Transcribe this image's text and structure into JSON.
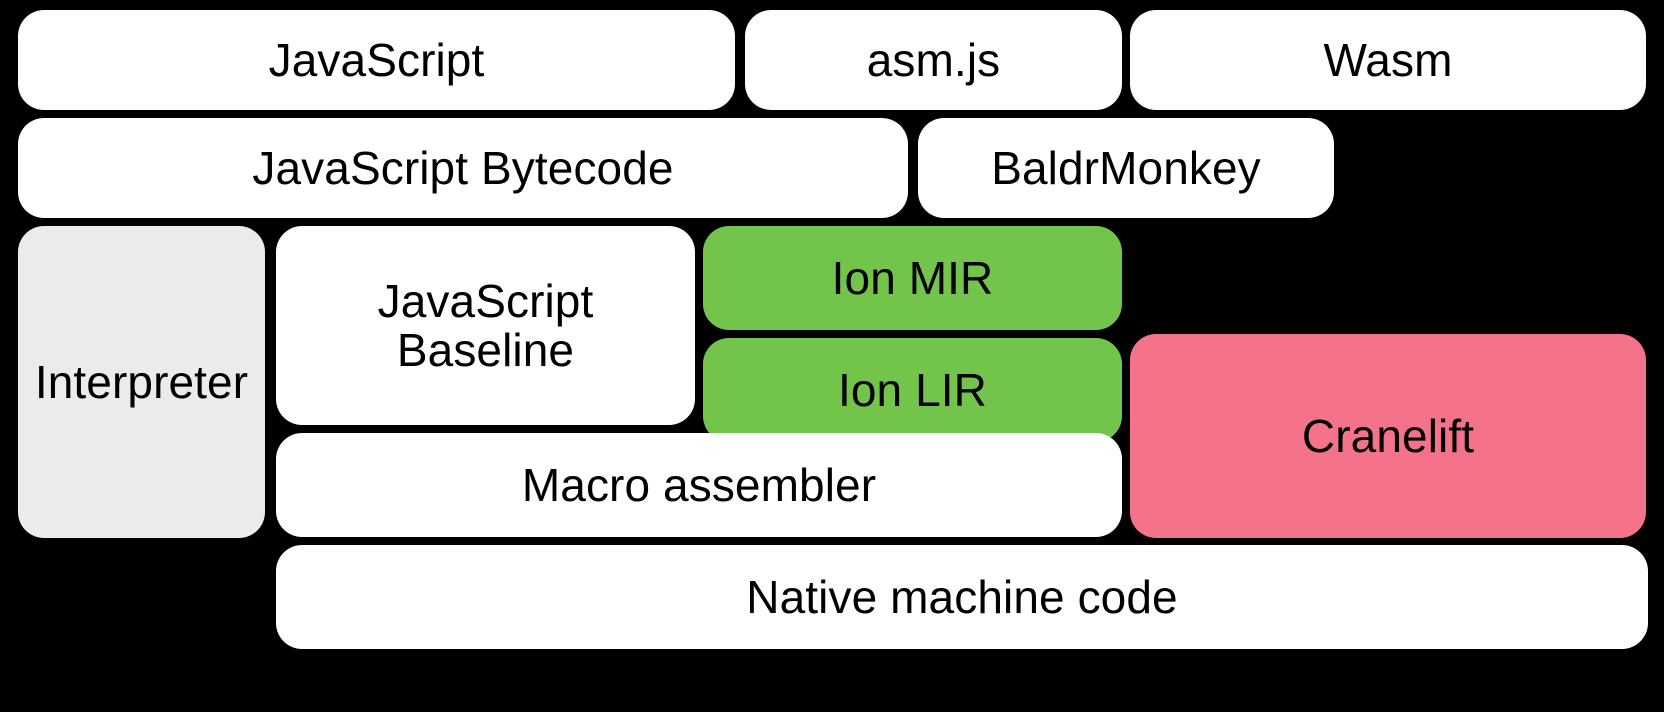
{
  "diagram": {
    "title": "SpiderMonkey compiler pipeline",
    "background_color": "#000000",
    "palette": {
      "white": "#ffffff",
      "gray": "#ebebeb",
      "green": "#72c44b",
      "pink": "#f5738a",
      "text": "#000000"
    },
    "nodes": {
      "javascript": "JavaScript",
      "asmjs": "asm.js",
      "wasm": "Wasm",
      "js_bytecode": "JavaScript Bytecode",
      "baldrmonkey": "BaldrMonkey",
      "interpreter": "Interpreter",
      "js_baseline": "JavaScript\nBaseline",
      "ion_mir": "Ion MIR",
      "ion_lir": "Ion LIR",
      "cranelift": "Cranelift",
      "macro_assembler": "Macro assembler",
      "native_code": "Native machine code"
    },
    "rows": [
      {
        "index": 1,
        "items": [
          {
            "key": "javascript",
            "label": "JavaScript",
            "fill": "#ffffff"
          },
          {
            "key": "asmjs",
            "label": "asm.js",
            "fill": "#ffffff"
          },
          {
            "key": "wasm",
            "label": "Wasm",
            "fill": "#ffffff"
          }
        ]
      },
      {
        "index": 2,
        "items": [
          {
            "key": "js_bytecode",
            "label": "JavaScript Bytecode",
            "fill": "#ffffff"
          },
          {
            "key": "baldrmonkey",
            "label": "BaldrMonkey",
            "fill": "#ffffff"
          }
        ]
      },
      {
        "index": 3,
        "items": [
          {
            "key": "interpreter",
            "label": "Interpreter",
            "fill": "#ebebeb"
          },
          {
            "key": "js_baseline",
            "label": "JavaScript Baseline",
            "fill": "#ffffff"
          },
          {
            "key": "ion_mir",
            "label": "Ion MIR",
            "fill": "#72c44b"
          },
          {
            "key": "ion_lir",
            "label": "Ion LIR",
            "fill": "#72c44b"
          },
          {
            "key": "cranelift",
            "label": "Cranelift",
            "fill": "#f5738a"
          },
          {
            "key": "macro_assembler",
            "label": "Macro assembler",
            "fill": "#ffffff"
          }
        ]
      },
      {
        "index": 4,
        "items": [
          {
            "key": "native_code",
            "label": "Native machine code",
            "fill": "#ffffff"
          }
        ]
      }
    ]
  }
}
